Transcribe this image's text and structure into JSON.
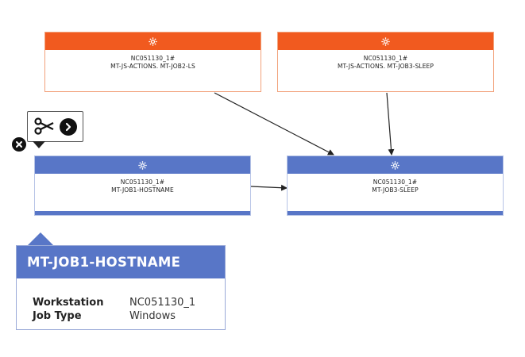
{
  "colors": {
    "orange_accent": "#f15a1f",
    "blue_accent": "#5876c7",
    "edge": "#222222"
  },
  "nodes": [
    {
      "id": "n1",
      "line1": "NC051130_1#",
      "line2": "MT-JS-ACTIONS. MT-JOB2-LS",
      "style": "orange",
      "icon": "gear-icon"
    },
    {
      "id": "n2",
      "line1": "NC051130_1#",
      "line2": "MT-JS-ACTIONS. MT-JOB3-SLEEP",
      "style": "orange",
      "icon": "gear-icon"
    },
    {
      "id": "n3",
      "line1": "NC051130_1#",
      "line2": "MT-JOB1-HOSTNAME",
      "style": "blue",
      "icon": "gear-icon"
    },
    {
      "id": "n4",
      "line1": "NC051130_1#",
      "line2": "MT-JOB3-SLEEP",
      "style": "blue",
      "icon": "gear-icon"
    }
  ],
  "edges": [
    {
      "from": "n1",
      "to": "n4"
    },
    {
      "from": "n2",
      "to": "n4"
    },
    {
      "from": "n3",
      "to": "n4"
    }
  ],
  "toolbar": {
    "cut_icon": "scissors-icon",
    "next_icon": "chevron-right-icon",
    "close_icon": "close-icon"
  },
  "info_card": {
    "title": "MT-JOB1-HOSTNAME",
    "rows": [
      {
        "label": "Workstation",
        "value": "NC051130_1"
      },
      {
        "label": "Job Type",
        "value": "Windows"
      }
    ]
  }
}
